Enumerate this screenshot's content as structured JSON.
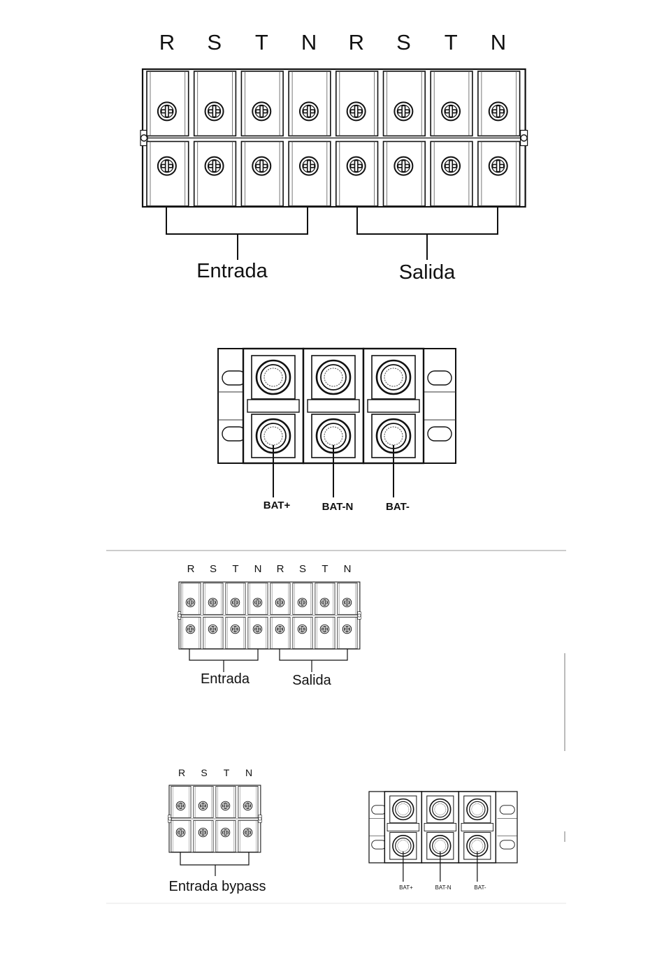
{
  "terminal_letters": [
    "R",
    "S",
    "T",
    "N",
    "R",
    "S",
    "T",
    "N"
  ],
  "bypass_letters": [
    "R",
    "S",
    "T",
    "N"
  ],
  "groups": {
    "input": "Entrada",
    "output": "Salida",
    "bypass": "Entrada bypass"
  },
  "battery_labels": [
    "BAT+",
    "BAT-N",
    "BAT-"
  ]
}
